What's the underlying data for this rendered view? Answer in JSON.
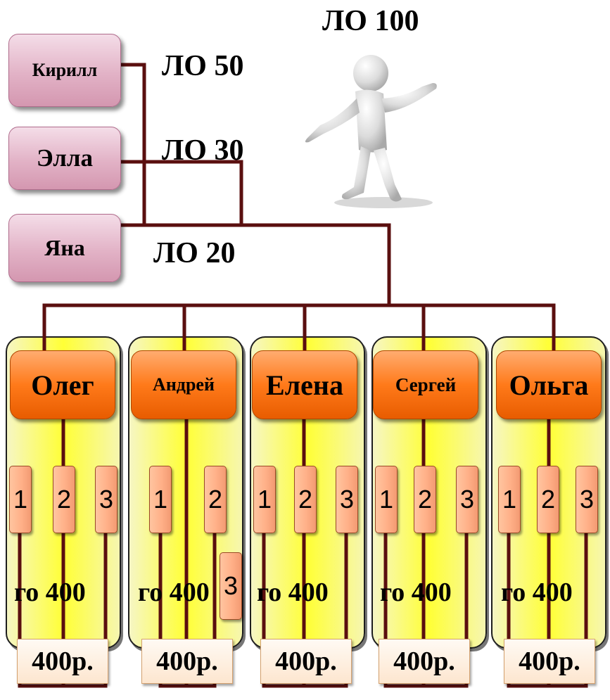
{
  "title": "ЛО 100",
  "leaders": [
    {
      "name": "Кирилл",
      "lo": "ЛО 50"
    },
    {
      "name": "Элла",
      "lo": "ЛО 30"
    },
    {
      "name": "Яна",
      "lo": "ЛО 20"
    }
  ],
  "groups": [
    {
      "name": "Олег",
      "subs": [
        "1",
        "2",
        "3"
      ],
      "go": "го 400",
      "pay": "400р."
    },
    {
      "name": "Андрей",
      "subs": [
        "1",
        "2",
        "3"
      ],
      "go": "го 400",
      "pay": "400р."
    },
    {
      "name": "Елена",
      "subs": [
        "1",
        "2",
        "3"
      ],
      "go": "го 400",
      "pay": "400р."
    },
    {
      "name": "Сергей",
      "subs": [
        "1",
        "2",
        "3"
      ],
      "go": "го 400",
      "pay": "400р."
    },
    {
      "name": "Ольга",
      "subs": [
        "1",
        "2",
        "3"
      ],
      "go": "го 400",
      "pay": "400р."
    }
  ],
  "colors": {
    "line": "#5a0f0f",
    "panel": "#ffff33",
    "head": "#ff7a1a",
    "sub": "#ffb088",
    "leader_box": "#e2b2c6"
  },
  "icons": [
    "person-3d-figure-icon"
  ]
}
